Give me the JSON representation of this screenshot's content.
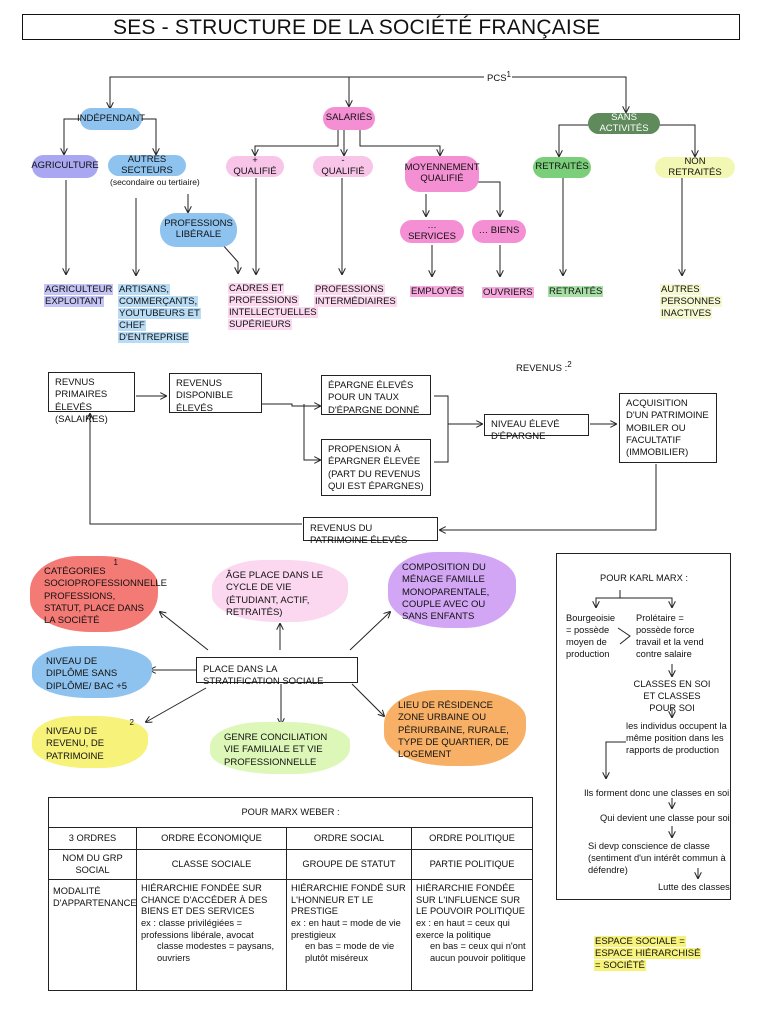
{
  "title": "SES - STRUCTURE DE LA SOCIÉTÉ FRANÇAISE",
  "pcs": {
    "root": "PCS",
    "root_note": "1",
    "independant": "INDÉPENDANT",
    "salaries": "SALARIÉS",
    "sans_activites": "SANS ACTIVITÉS",
    "agriculture": "AGRICULTURE",
    "autres_secteurs": "AUTRES SECTEURS",
    "autres_secteurs_note": "(secondaire ou tertiaire)",
    "professions_liberale": "PROFESSIONS LIBÉRALE",
    "plus_qualifie": "+ QUALIFIÉ",
    "moins_qualifie": "- QUALIFIÉ",
    "moyennement_qualifie": "MOYENNEMENT QUALIFIÉ",
    "services": "… SERVICES",
    "biens": "… BIENS",
    "retraites": "RETRAITÉS",
    "non_retraites": "NON RETRAITÉS",
    "leaves": {
      "agriculteur": "AGRICULTEUR EXPLOITANT",
      "artisans": "ARTISANS, COMMERÇANTS, YOUTUBEURS ET CHEF D'ENTREPRISE",
      "cadres": "CADRES ET PROFESSIONS INTELLECTUELLES SUPÉRIEURS",
      "intermediaires": "PROFESSIONS INTERMÉDIAIRES",
      "employes": "EMPLOYÉS",
      "ouvriers": "OUVRIERS",
      "retraites": "RETRAITÉS",
      "autres_inactives": "AUTRES PERSONNES INACTIVES"
    }
  },
  "revenus": {
    "title": "REVENUS :",
    "note": "2",
    "primaires": "REVNUS PRIMAIRES ÉLEVÉS (SALAIRES)",
    "disponible": "REVENUS DISPONIBLE ÉLEVÉS",
    "epargne_eleves": "ÉPARGNE ÉLEVÉS POUR UN TAUX D'ÉPARGNE DONNÉ",
    "propension": "PROPENSION À ÉPARGNER ÉLEVÉE (PART DU REVENUS QUI EST ÉPARGNES)",
    "niveau_epargne": "NIVEAU ÉLEVÉ D'ÉPARGNE",
    "acquisition": "ACQUISITION D'UN PATRIMOINE MOBILER OU FACULTATIF (IMMOBILIER)",
    "patrimoine": "REVENUS DU PATRIMOINE ÉLEVÉS"
  },
  "stratification": {
    "center": "PLACE DANS LA STRATIFICATION SOCIALE",
    "categories": "CATÉGORIES SOCIOPROFESSIONNELLE PROFESSIONS, STATUT, PLACE DANS LA SOCIÉTÉ",
    "categories_note": "1",
    "age": "ÂGE PLACE DANS LE CYCLE DE VIE (ÉTUDIANT, ACTIF, RETRAITÉS)",
    "composition": "COMPOSITION DU MÉNAGE FAMILLE MONOPARENTALE, COUPLE AVEC OU SANS ENFANTS",
    "diplome": "NIVEAU DE DIPLÔME SANS DIPLÔME/ BAC +5",
    "revenu": "NIVEAU DE REVENU, DE PATRIMOINE",
    "revenu_note": "2",
    "genre": "GENRE CONCILIATION VIE FAMILIALE ET VIE PROFESSIONNELLE",
    "residence": "LIEU DE RÉSIDENCE ZONE URBAINE OU PÉRIURBAINE, RURALE, TYPE DE QUARTIER, DE LOGEMENT"
  },
  "marx": {
    "title": "POUR KARL MARX :",
    "bourgeoisie": "Bourgeoisie = possède moyen de production",
    "proletaire": "Prolétaire = possède force travail et la vend contre salaire",
    "classes": "CLASSES EN SOI ET CLASSES POUR SOI",
    "individus": "les individus occupent la même position dans les rapports de production",
    "forment": "Ils forment donc une classes en soi",
    "devient": "Qui devient une classe pour soi",
    "conscience": "Si devp conscience de classe (sentiment d'un intérêt commun à défendre)",
    "lutte": "Lutte des classes"
  },
  "weber": {
    "title": "POUR MARX WEBER :",
    "headers": [
      "3 ORDRES",
      "ORDRE ÉCONOMIQUE",
      "ORDRE SOCIAL",
      "ORDRE POLITIQUE"
    ],
    "row_groupe": [
      "NOM DU GRP SOCIAL",
      "CLASSE SOCIALE",
      "GROUPE DE STATUT",
      "PARTIE POLITIQUE"
    ],
    "row_modalite_label": "MODALITÉ D'APPARTENANCE",
    "eco_main": "HIÉRARCHIE FONDÉE SUR CHANCE D'ACCÉDER À DES BIENS ET DES SERVICES",
    "eco_ex1": "ex : classe privilégiées = professions libérale, avocat",
    "eco_ex2": "classe modestes = paysans, ouvriers",
    "soc_main": "HIÉRARCHIE FONDÉ SUR L'HONNEUR ET LE PRESTIGE",
    "soc_ex1": "ex : en haut = mode de vie prestigieux",
    "soc_ex2": "en bas = mode de vie plutôt miséreux",
    "pol_main": "HIÉRARCHIE FONDÉE SUR L'INFLUENCE SUR LE POUVOIR POLITIQUE",
    "pol_ex1": "ex : en haut = ceux qui exerce la politique",
    "pol_ex2": "en bas = ceux qui n'ont aucun pouvoir politique"
  },
  "espace_social": "ESPACE SOCIALE = ESPACE HIÉRARCHISÉ = SOCIÉTÉ",
  "colors": {
    "blue": "#8fc3ef",
    "lavender": "#a9a7f2",
    "pink": "#f58fd4",
    "lightpink": "#f8c4e8",
    "green": "#7ccf7a",
    "darkgreen": "#5f8a5c",
    "lightyellow": "#f2f7b4",
    "yellow": "#f7f27a",
    "red": "#f47a76",
    "purple": "#d2a6f4",
    "orange": "#f7b065",
    "lightgreen": "#dcf7b8"
  }
}
